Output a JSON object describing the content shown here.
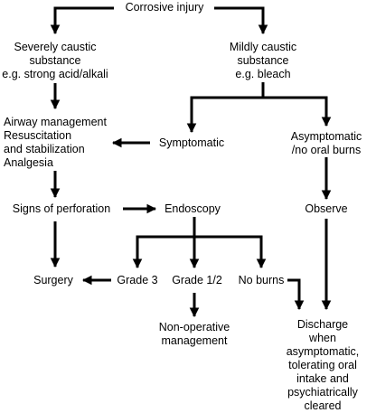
{
  "nodes": {
    "corrosive_injury": "Corrosive injury",
    "severely_caustic": "Severely caustic\nsubstance\ne.g. strong acid/alkali",
    "mildly_caustic": "Mildly caustic\nsubstance\ne.g. bleach",
    "airway_management": "Airway management\nResuscitation\nand stabilization\nAnalgesia",
    "symptomatic": "Symptomatic",
    "asymptomatic": "Asymptomatic\n/no oral burns",
    "signs_of_perforation": "Signs of perforation",
    "endoscopy": "Endoscopy",
    "observe": "Observe",
    "surgery": "Surgery",
    "grade_3": "Grade 3",
    "grade_1_2": "Grade 1/2",
    "no_burns": "No burns",
    "non_operative": "Non-operative\nmanagement",
    "discharge": "Discharge when\nasymptomatic,\ntolerating oral intake and\npsychiatrically cleared"
  },
  "style": {
    "line_color": "#000000",
    "background": "#ffffff"
  }
}
